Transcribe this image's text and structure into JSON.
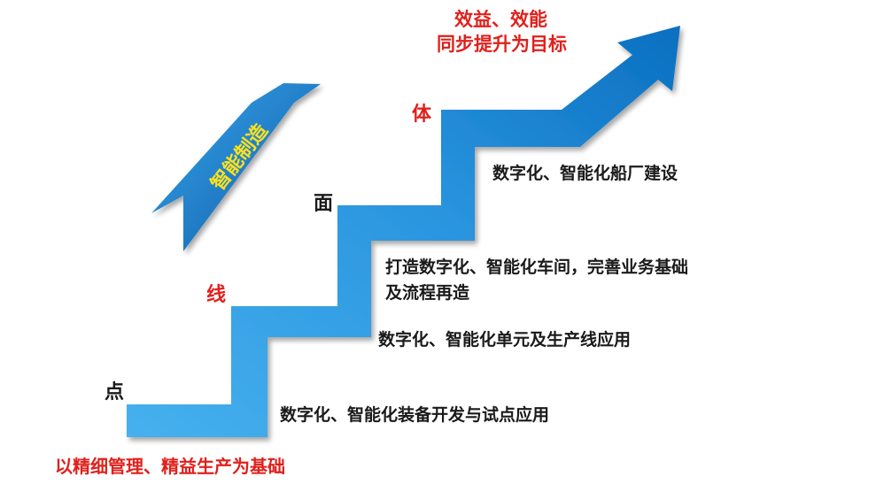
{
  "badge": {
    "text": "智能制造"
  },
  "goal": {
    "line1": "效益、效能",
    "line2": "同步提升为目标"
  },
  "levels": {
    "dian": "点",
    "xian": "线",
    "mian": "面",
    "ti": "体"
  },
  "steps": {
    "step1": "数字化、智能化装备开发与试点应用",
    "step2": "数字化、智能化单元及生产线应用",
    "step3_line1": "打造数字化、智能化车间，完善业务基础",
    "step3_line2": "及流程再造",
    "step4": "数字化、智能化船厂建设"
  },
  "foundation": "以精细管理、精益生产为基础",
  "colors": {
    "arrow_light": "#3aa8e6",
    "arrow_dark": "#0a6fc0",
    "badge_light": "#2f9be0",
    "badge_dark": "#0d5fae",
    "badge_text": "#ffe11a",
    "accent_red": "#e0201c",
    "text_dark": "#1a1a1a"
  }
}
